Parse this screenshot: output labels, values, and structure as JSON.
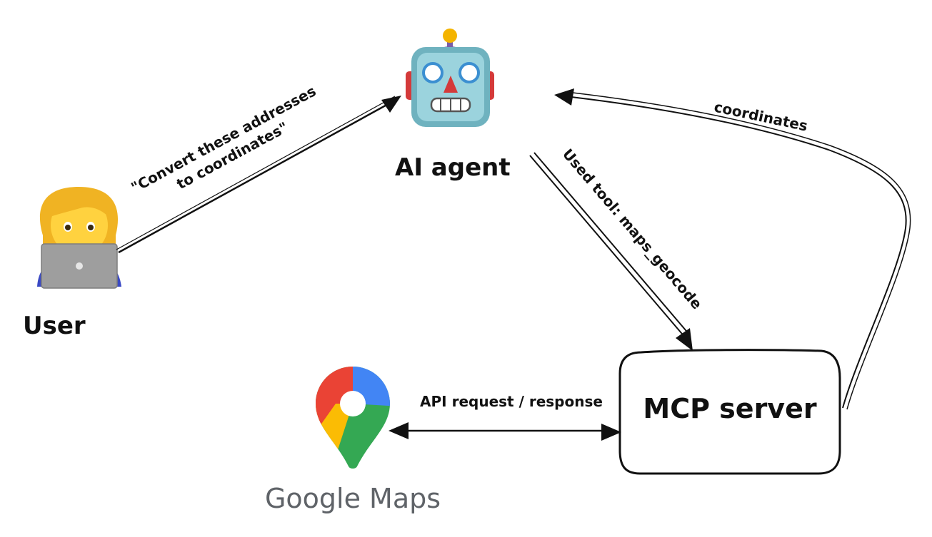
{
  "nodes": {
    "user": {
      "label": "User"
    },
    "agent": {
      "label": "AI agent"
    },
    "server": {
      "label": "MCP server"
    },
    "maps": {
      "label": "Google Maps"
    }
  },
  "edges": {
    "user_to_agent": {
      "line1": "\"Convert these addresses",
      "line2": "to coordinates\""
    },
    "agent_to_server": {
      "label": "Used tool: maps_geocode"
    },
    "server_to_agent": {
      "label": "coordinates"
    },
    "maps_server": {
      "label": "API request / response"
    }
  },
  "colors": {
    "ink": "#111111",
    "agent_head": "#6fb2bf",
    "agent_face": "#9bd3dd",
    "agent_ears": "#d43a3a",
    "agent_antenna": "#f4b400",
    "agent_antenna_base": "#7b5ea7",
    "user_hair": "#f0b323",
    "user_skin": "#ffd23f",
    "user_shirt": "#3a49c4",
    "laptop": "#9e9e9e",
    "maps_red": "#ea4335",
    "maps_yellow": "#fbbc04",
    "maps_green": "#34a853",
    "maps_blue": "#4285f4",
    "maps_text": "#5f6368"
  }
}
